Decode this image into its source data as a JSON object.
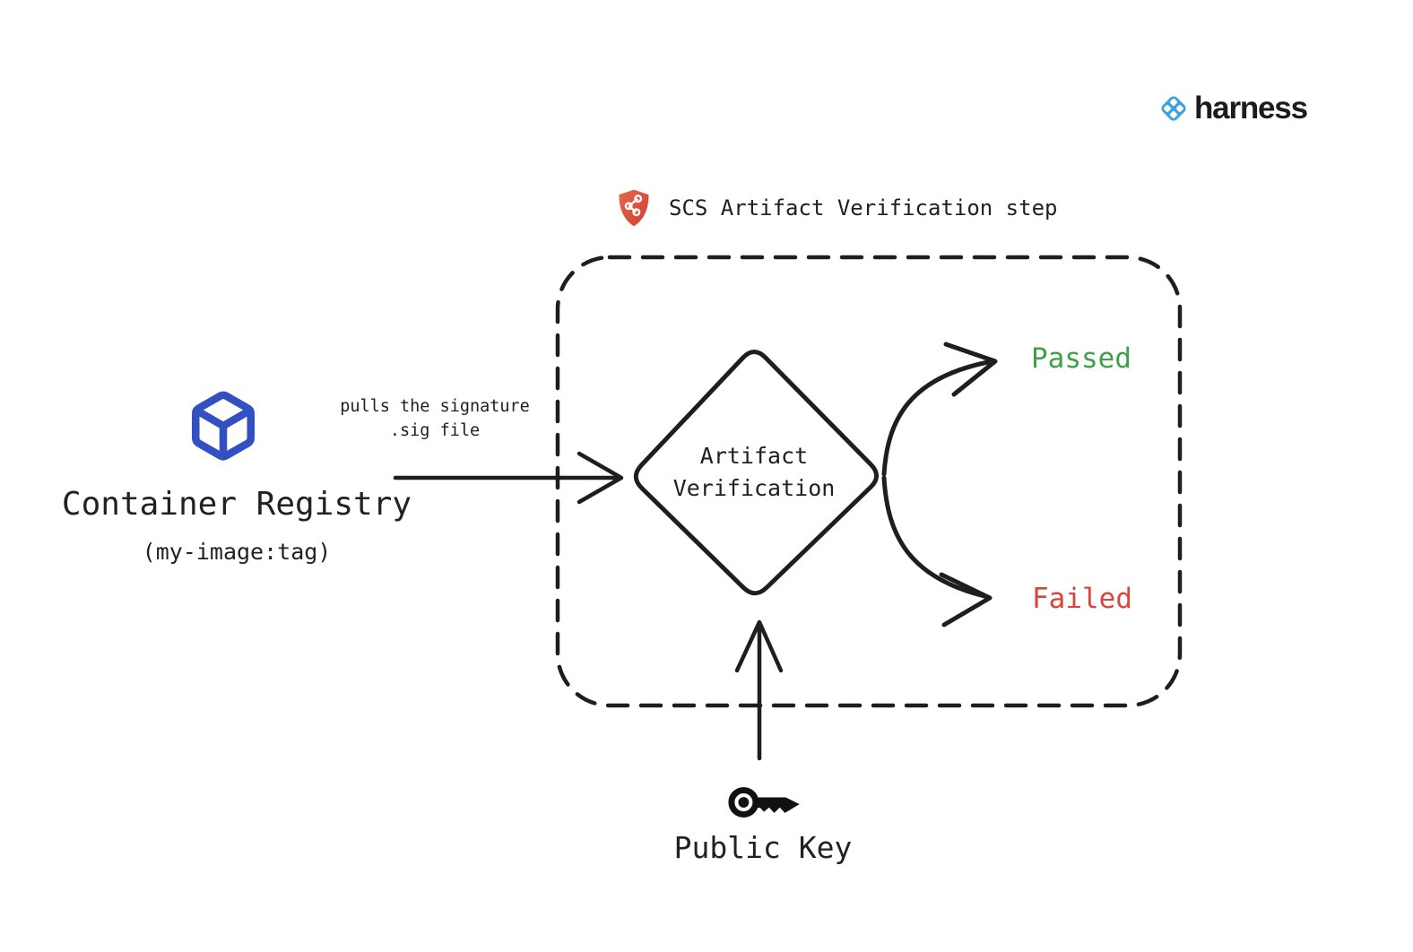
{
  "brand": {
    "wordmark": "harness",
    "icon": "harness-diamond-icon",
    "icon_color": "#3BA4DE"
  },
  "step": {
    "title": "SCS Artifact Verification step",
    "icon": "shield-supply-chain-icon",
    "icon_color": "#DB4B3B"
  },
  "nodes": {
    "container_registry": {
      "name": "Container Registry",
      "image_tag": "(my-image:tag)",
      "icon": "container-cube-icon",
      "icon_color": "#3350C2"
    },
    "artifact_verification": {
      "line1": "Artifact",
      "line2": "Verification"
    },
    "public_key": {
      "label": "Public Key",
      "icon": "key-icon"
    }
  },
  "edges": {
    "pull": {
      "line1": "pulls the signature",
      "line2": ".sig file"
    },
    "passed": {
      "label": "Passed",
      "color": "#3F9F4A"
    },
    "failed": {
      "label": "Failed",
      "color": "#D8453C"
    }
  },
  "colors": {
    "ink": "#212121",
    "background": "#FFFFFF"
  }
}
